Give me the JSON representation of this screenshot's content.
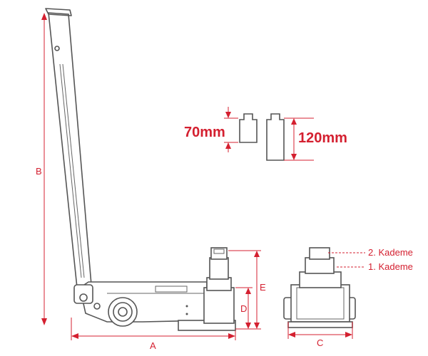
{
  "labels": {
    "dim_a": "A",
    "dim_b": "B",
    "dim_c": "C",
    "dim_d": "D",
    "dim_e": "E",
    "adapter_short": "70mm",
    "adapter_long": "120mm",
    "stage_2": "2. Kademe",
    "stage_1": "1. Kademe"
  },
  "colors": {
    "dimension": "#d42030",
    "outline": "#555555"
  }
}
